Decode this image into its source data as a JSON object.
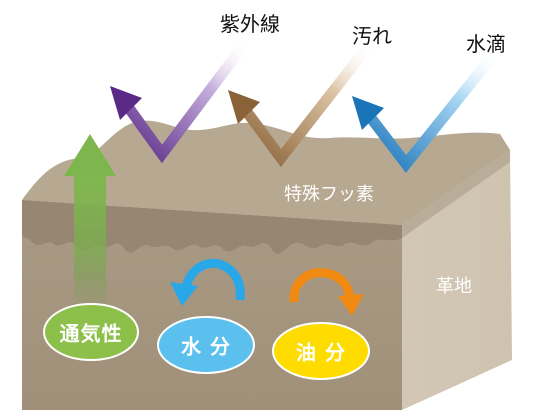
{
  "labels": {
    "uv": "紫外線",
    "dirt": "汚れ",
    "water_drop": "水滴",
    "fluorine": "特殊フッ素",
    "leather": "革地"
  },
  "bubbles": {
    "breathability": "通気性",
    "moisture": "水 分",
    "oil": "油 分"
  },
  "colors": {
    "uv_arrow": "#5b2a86",
    "dirt_arrow": "#8a6238",
    "water_arrow": "#1a74b8",
    "up_arrow": "#5f9a3a",
    "breathability_bubble": "#8cc04b",
    "moisture_bubble": "#5cc0ee",
    "oil_bubble": "#ffdc00",
    "moisture_cycle_arrow": "#29a8e8",
    "oil_cycle_arrow": "#f08a12",
    "top_surface": "#b3a58f",
    "front_face": "#a39480",
    "side_face": "#8e7f6b"
  }
}
